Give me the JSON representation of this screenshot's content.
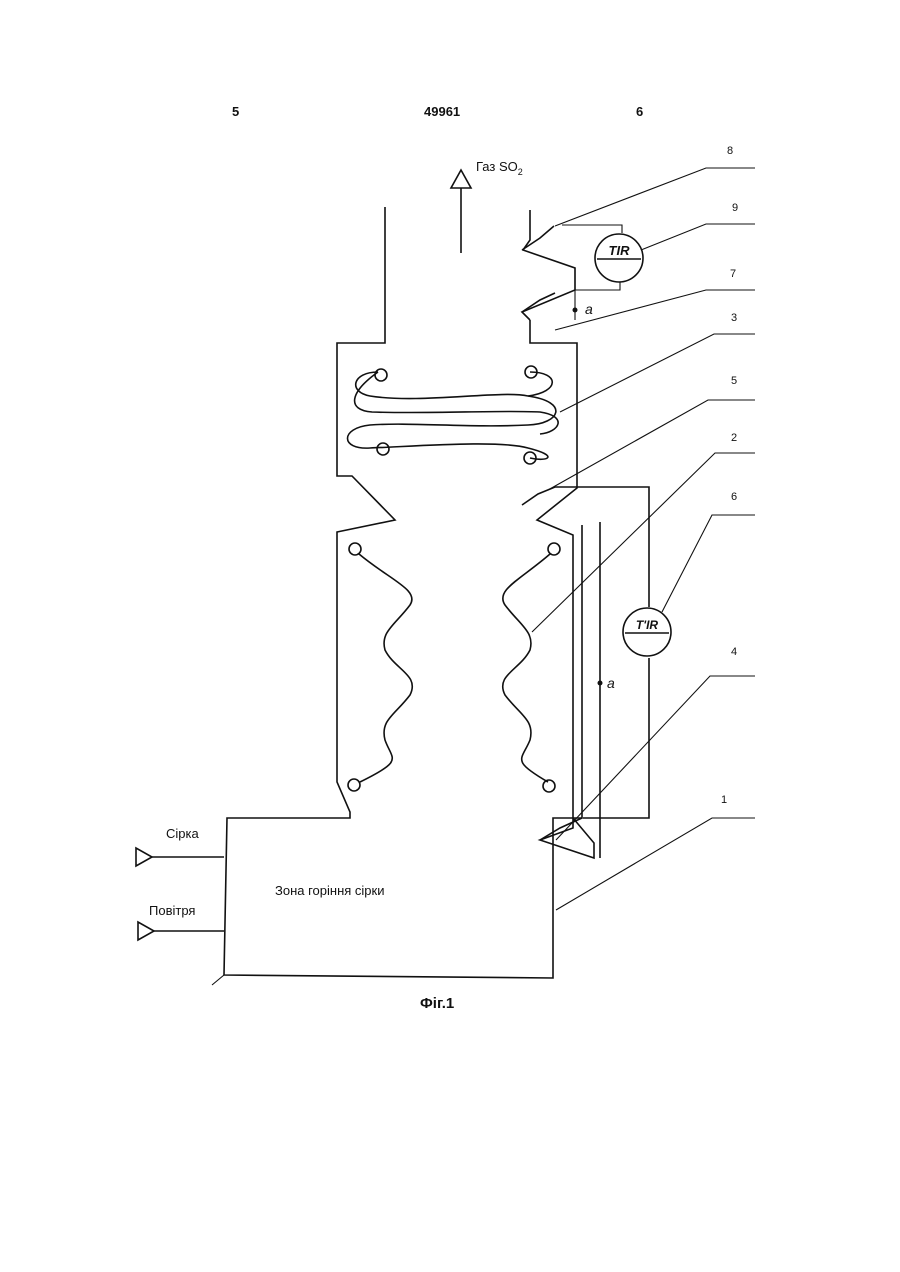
{
  "header": {
    "left_page": "5",
    "patent_number": "49961",
    "right_page": "6"
  },
  "labels": {
    "gas_out_prefix": "Газ SO",
    "gas_out_sub": "2",
    "sulfur_in": "Сірка",
    "air_in": "Повітря",
    "combustion_zone": "Зона горіння сірки",
    "figure_caption": "Фіг.1"
  },
  "instruments": {
    "upper": "TIR",
    "lower": "T'IR"
  },
  "point_marks": {
    "upper": "a",
    "lower": "a"
  },
  "callouts": [
    "8",
    "9",
    "7",
    "3",
    "5",
    "2",
    "6",
    "4",
    "1"
  ]
}
